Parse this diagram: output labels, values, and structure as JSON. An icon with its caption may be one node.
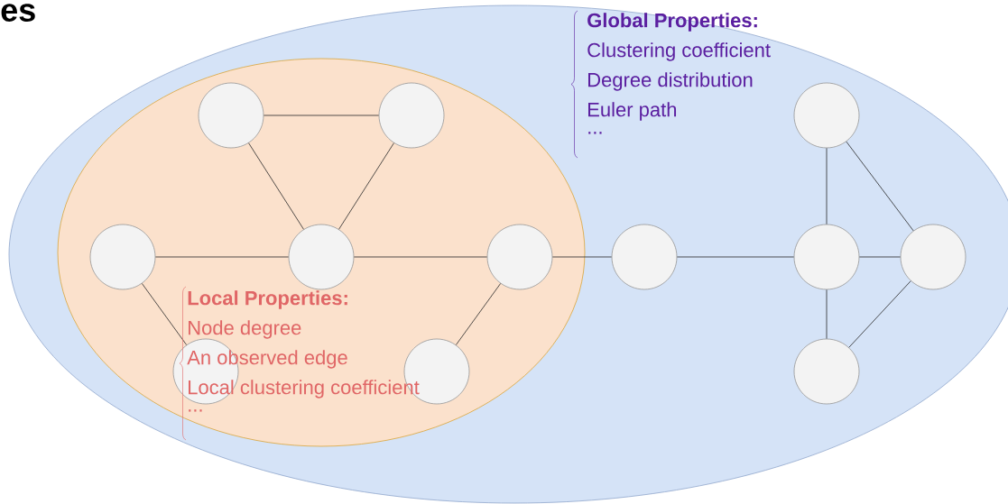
{
  "diagram": {
    "title": "es",
    "nodes": [
      {
        "text": [
          "Global Properties:",
          "Clustering coefficient",
          "Degree distribution",
          "Euler path",
          "..."
        ]
      },
      {
        "text": [
          "Local Properties:",
          "Node degree",
          "An observed edge",
          "Local clustering coefficient",
          "..."
        ],
        "in": 0
      },
      {
        "text": [],
        "shape": "circle",
        "in": 1
      },
      {
        "text": [],
        "shape": "circle",
        "in": 1
      },
      {
        "text": [],
        "shape": "circle",
        "in": 0
      },
      {
        "text": [],
        "shape": "circle",
        "in": 1
      },
      {
        "text": [],
        "shape": "circle",
        "in": 1
      },
      {
        "text": [],
        "shape": "circle",
        "in": 1
      },
      {
        "text": [],
        "shape": "circle",
        "in": 0
      },
      {
        "text": [],
        "shape": "circle",
        "in": 0
      },
      {
        "text": [],
        "shape": "circle",
        "in": 0
      },
      {
        "text": [],
        "shape": "circle",
        "in": 1
      },
      {
        "text": [],
        "shape": "circle",
        "in": 1
      },
      {
        "text": [],
        "shape": "circle",
        "in": 0
      }
    ],
    "edges": [
      {
        "from": 2,
        "to": 3,
        "arrow": "none"
      },
      {
        "from": 2,
        "to": 6,
        "arrow": "none"
      },
      {
        "from": 3,
        "to": 6,
        "arrow": "none"
      },
      {
        "from": 5,
        "to": 6,
        "arrow": "none"
      },
      {
        "from": 5,
        "to": 11,
        "arrow": "none"
      },
      {
        "from": 6,
        "to": 7,
        "arrow": "none"
      },
      {
        "from": 7,
        "to": 12,
        "arrow": "none"
      },
      {
        "from": 7,
        "to": 8,
        "arrow": "none"
      },
      {
        "from": 8,
        "to": 9,
        "arrow": "none"
      },
      {
        "from": 4,
        "to": 9,
        "arrow": "none"
      },
      {
        "from": 4,
        "to": 10,
        "arrow": "none"
      },
      {
        "from": 9,
        "to": 10,
        "arrow": "none"
      },
      {
        "from": 9,
        "to": 13,
        "arrow": "none"
      },
      {
        "from": 10,
        "to": 13,
        "arrow": "none"
      }
    ]
  }
}
